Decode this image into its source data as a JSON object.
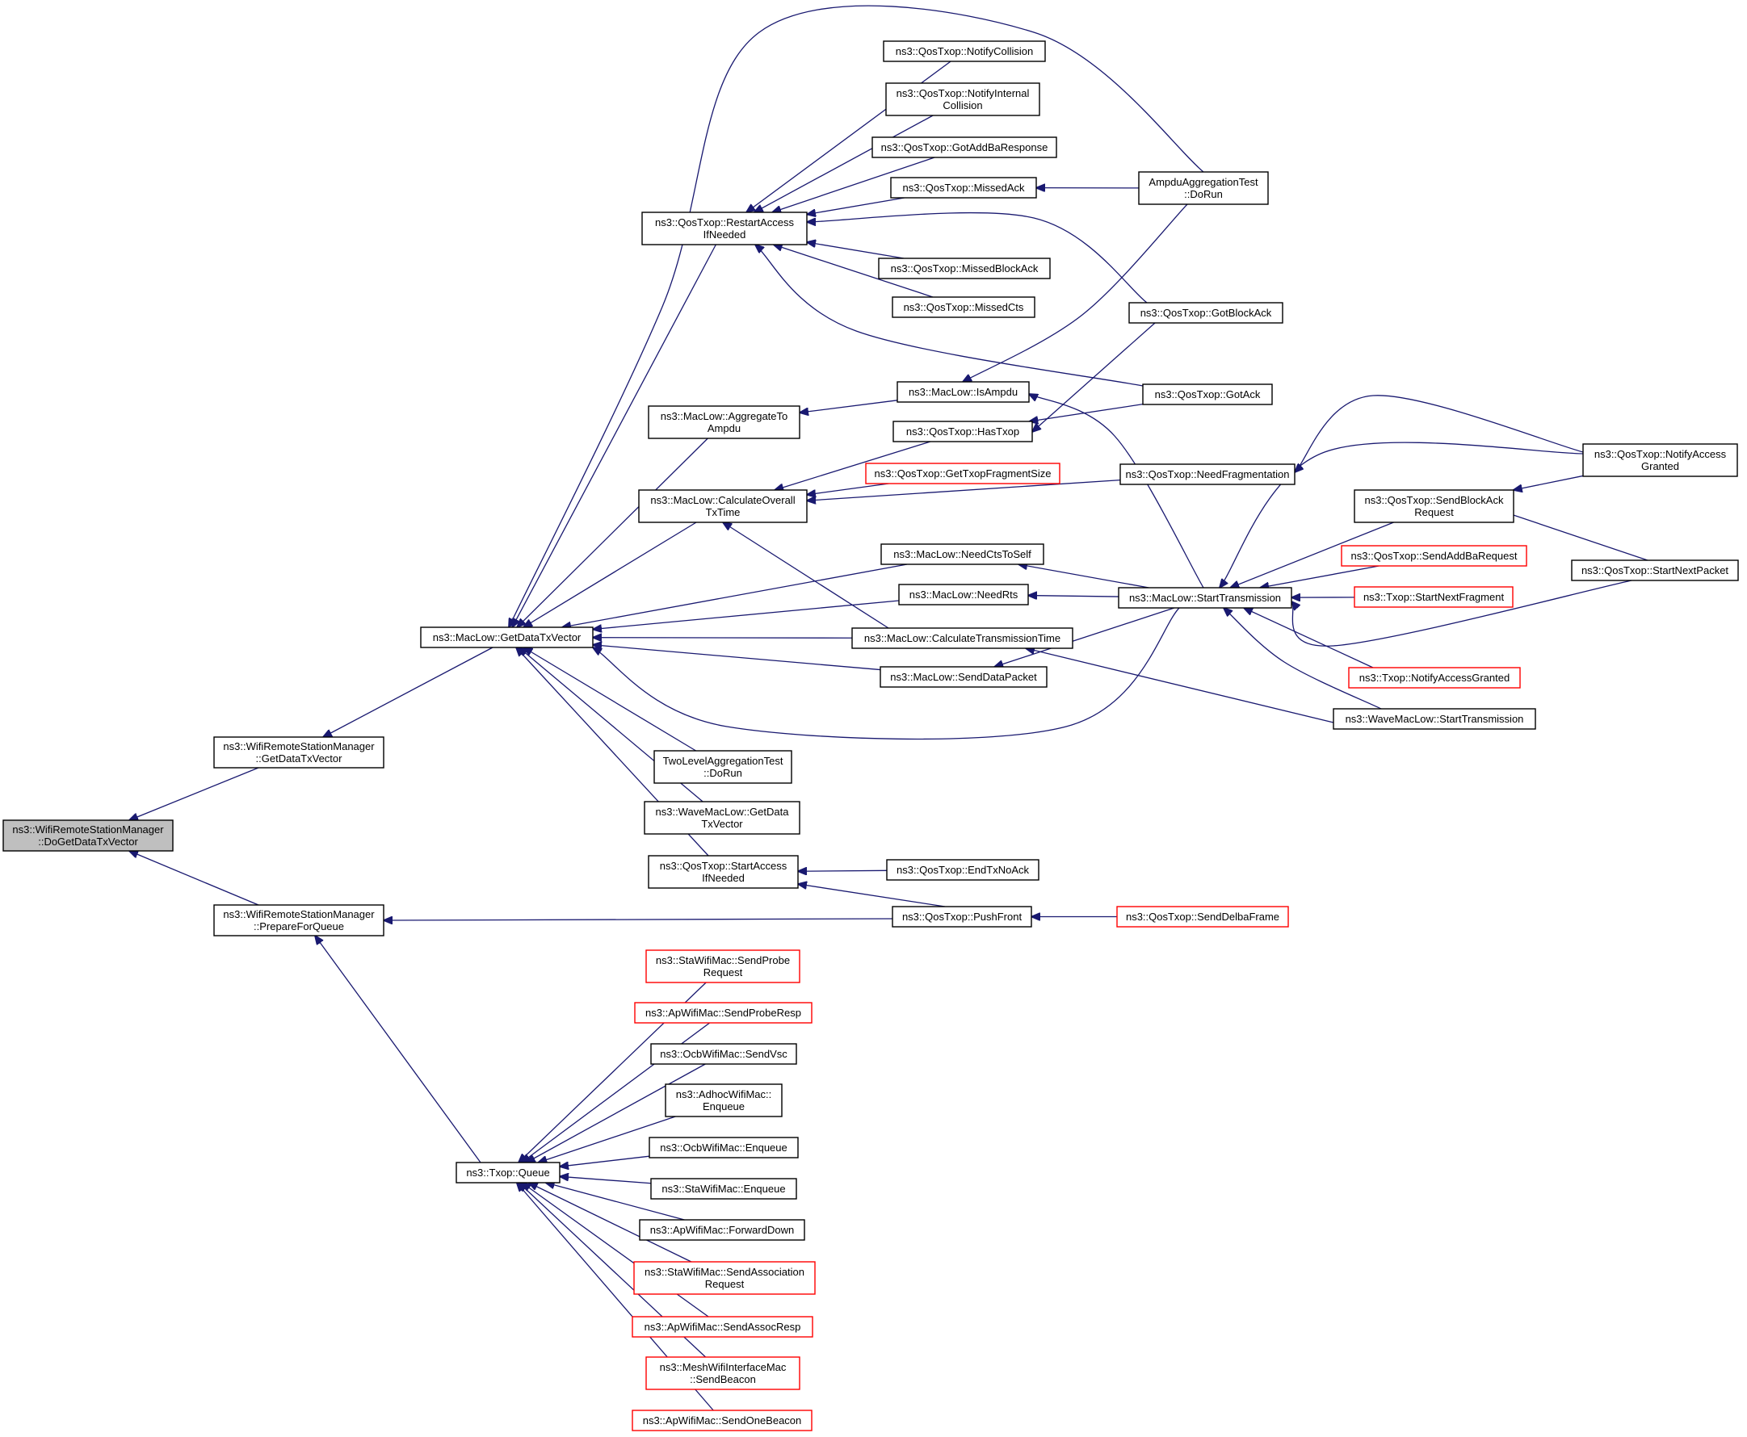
{
  "colors": {
    "edge": "#191970",
    "node_border": "#000000",
    "node_border_truncated": "#ff0000",
    "node_fill": "#ffffff",
    "root_fill": "#bfbfbf",
    "text": "#000000"
  },
  "graph": {
    "root": "n_root",
    "nodes": [
      {
        "id": "n_root",
        "lines": [
          "ns3::WifiRemoteStationManager",
          "::DoGetDataTxVector"
        ],
        "root": true,
        "truncated": false
      },
      {
        "id": "n_wrsm_gdtv",
        "lines": [
          "ns3::WifiRemoteStationManager",
          "::GetDataTxVector"
        ],
        "truncated": false
      },
      {
        "id": "n_wrsm_pfq",
        "lines": [
          "ns3::WifiRemoteStationManager",
          "::PrepareForQueue"
        ],
        "truncated": false
      },
      {
        "id": "n_ml_gdtv",
        "lines": [
          "ns3::MacLow::GetDataTxVector"
        ],
        "truncated": false
      },
      {
        "id": "n_txop_queue",
        "lines": [
          "ns3::Txop::Queue"
        ],
        "truncated": false
      },
      {
        "id": "n_qt_pushfront",
        "lines": [
          "ns3::QosTxop::PushFront"
        ],
        "truncated": false
      },
      {
        "id": "n_qt_senddelba",
        "lines": [
          "ns3::QosTxop::SendDelbaFrame"
        ],
        "truncated": true
      },
      {
        "id": "n_qt_restart",
        "lines": [
          "ns3::QosTxop::RestartAccess",
          "IfNeeded"
        ],
        "truncated": false
      },
      {
        "id": "n_ml_aggto",
        "lines": [
          "ns3::MacLow::AggregateTo",
          "Ampdu"
        ],
        "truncated": false
      },
      {
        "id": "n_ml_calcoverall",
        "lines": [
          "ns3::MacLow::CalculateOverall",
          "TxTime"
        ],
        "truncated": false
      },
      {
        "id": "n_twolevel",
        "lines": [
          "TwoLevelAggregationTest",
          "::DoRun"
        ],
        "truncated": false
      },
      {
        "id": "n_wml_gdtv",
        "lines": [
          "ns3::WaveMacLow::GetData",
          "TxVector"
        ],
        "truncated": false
      },
      {
        "id": "n_qt_startaccess",
        "lines": [
          "ns3::QosTxop::StartAccess",
          "IfNeeded"
        ],
        "truncated": false
      },
      {
        "id": "n_qt_notifycoll",
        "lines": [
          "ns3::QosTxop::NotifyCollision"
        ],
        "truncated": false
      },
      {
        "id": "n_qt_notifyint",
        "lines": [
          "ns3::QosTxop::NotifyInternal",
          "Collision"
        ],
        "truncated": false
      },
      {
        "id": "n_qt_gotaddba",
        "lines": [
          "ns3::QosTxop::GotAddBaResponse"
        ],
        "truncated": false
      },
      {
        "id": "n_qt_missedack",
        "lines": [
          "ns3::QosTxop::MissedAck"
        ],
        "truncated": false
      },
      {
        "id": "n_qt_missedblockack",
        "lines": [
          "ns3::QosTxop::MissedBlockAck"
        ],
        "truncated": false
      },
      {
        "id": "n_qt_missedcts",
        "lines": [
          "ns3::QosTxop::MissedCts"
        ],
        "truncated": false
      },
      {
        "id": "n_ml_isampdu",
        "lines": [
          "ns3::MacLow::IsAmpdu"
        ],
        "truncated": false
      },
      {
        "id": "n_qt_hastxop",
        "lines": [
          "ns3::QosTxop::HasTxop"
        ],
        "truncated": false
      },
      {
        "id": "n_qt_gettxopfrag",
        "lines": [
          "ns3::QosTxop::GetTxopFragmentSize"
        ],
        "truncated": true
      },
      {
        "id": "n_ml_needcts",
        "lines": [
          "ns3::MacLow::NeedCtsToSelf"
        ],
        "truncated": false
      },
      {
        "id": "n_ml_needrts",
        "lines": [
          "ns3::MacLow::NeedRts"
        ],
        "truncated": false
      },
      {
        "id": "n_ml_calctrans",
        "lines": [
          "ns3::MacLow::CalculateTransmissionTime"
        ],
        "truncated": false
      },
      {
        "id": "n_ml_senddata",
        "lines": [
          "ns3::MacLow::SendDataPacket"
        ],
        "truncated": false
      },
      {
        "id": "n_qt_endtx",
        "lines": [
          "ns3::QosTxop::EndTxNoAck"
        ],
        "truncated": false
      },
      {
        "id": "n_ampdu_test",
        "lines": [
          "AmpduAggregationTest",
          "::DoRun"
        ],
        "truncated": false
      },
      {
        "id": "n_qt_gotblockack",
        "lines": [
          "ns3::QosTxop::GotBlockAck"
        ],
        "truncated": false
      },
      {
        "id": "n_qt_gotack",
        "lines": [
          "ns3::QosTxop::GotAck"
        ],
        "truncated": false
      },
      {
        "id": "n_qt_needfrag",
        "lines": [
          "ns3::QosTxop::NeedFragmentation"
        ],
        "truncated": false
      },
      {
        "id": "n_ml_starttrans",
        "lines": [
          "ns3::MacLow::StartTransmission"
        ],
        "truncated": false
      },
      {
        "id": "n_qt_sendblockack",
        "lines": [
          "ns3::QosTxop::SendBlockAck",
          "Request"
        ],
        "truncated": false
      },
      {
        "id": "n_qt_sendaddba",
        "lines": [
          "ns3::QosTxop::SendAddBaRequest"
        ],
        "truncated": true
      },
      {
        "id": "n_txop_startnextfrag",
        "lines": [
          "ns3::Txop::StartNextFragment"
        ],
        "truncated": true
      },
      {
        "id": "n_txop_notifyaccess",
        "lines": [
          "ns3::Txop::NotifyAccessGranted"
        ],
        "truncated": true
      },
      {
        "id": "n_wml_starttrans",
        "lines": [
          "ns3::WaveMacLow::StartTransmission"
        ],
        "truncated": false
      },
      {
        "id": "n_qt_notifyaccess",
        "lines": [
          "ns3::QosTxop::NotifyAccess",
          "Granted"
        ],
        "truncated": false
      },
      {
        "id": "n_qt_startnextpacket",
        "lines": [
          "ns3::QosTxop::StartNextPacket"
        ],
        "truncated": false
      },
      {
        "id": "n_sta_probereq",
        "lines": [
          "ns3::StaWifiMac::SendProbe",
          "Request"
        ],
        "truncated": true
      },
      {
        "id": "n_ap_proberesp",
        "lines": [
          "ns3::ApWifiMac::SendProbeResp"
        ],
        "truncated": true
      },
      {
        "id": "n_ocb_sendvsc",
        "lines": [
          "ns3::OcbWifiMac::SendVsc"
        ],
        "truncated": false
      },
      {
        "id": "n_adhoc_enqueue",
        "lines": [
          "ns3::AdhocWifiMac::",
          "Enqueue"
        ],
        "truncated": false
      },
      {
        "id": "n_ocb_enqueue",
        "lines": [
          "ns3::OcbWifiMac::Enqueue"
        ],
        "truncated": false
      },
      {
        "id": "n_sta_enqueue",
        "lines": [
          "ns3::StaWifiMac::Enqueue"
        ],
        "truncated": false
      },
      {
        "id": "n_ap_forwarddown",
        "lines": [
          "ns3::ApWifiMac::ForwardDown"
        ],
        "truncated": false
      },
      {
        "id": "n_sta_assocreq",
        "lines": [
          "ns3::StaWifiMac::SendAssociation",
          "Request"
        ],
        "truncated": true
      },
      {
        "id": "n_ap_assocresp",
        "lines": [
          "ns3::ApWifiMac::SendAssocResp"
        ],
        "truncated": true
      },
      {
        "id": "n_mesh_beacon",
        "lines": [
          "ns3::MeshWifiInterfaceMac",
          "::SendBeacon"
        ],
        "truncated": true
      },
      {
        "id": "n_ap_onebeacon",
        "lines": [
          "ns3::ApWifiMac::SendOneBeacon"
        ],
        "truncated": true
      }
    ],
    "edges": [
      {
        "from": "n_wrsm_gdtv",
        "to": "n_root"
      },
      {
        "from": "n_wrsm_pfq",
        "to": "n_root"
      },
      {
        "from": "n_ml_gdtv",
        "to": "n_wrsm_gdtv"
      },
      {
        "from": "n_txop_queue",
        "to": "n_wrsm_pfq"
      },
      {
        "from": "n_qt_pushfront",
        "to": "n_wrsm_pfq"
      },
      {
        "from": "n_qt_restart",
        "to": "n_ml_gdtv"
      },
      {
        "from": "n_ml_aggto",
        "to": "n_ml_gdtv"
      },
      {
        "from": "n_ml_calcoverall",
        "to": "n_ml_gdtv"
      },
      {
        "from": "n_ml_needcts",
        "to": "n_ml_gdtv"
      },
      {
        "from": "n_ml_needrts",
        "to": "n_ml_gdtv"
      },
      {
        "from": "n_ml_calctrans",
        "to": "n_ml_gdtv"
      },
      {
        "from": "n_ml_senddata",
        "to": "n_ml_gdtv"
      },
      {
        "from": "n_twolevel",
        "to": "n_ml_gdtv"
      },
      {
        "from": "n_wml_gdtv",
        "to": "n_ml_gdtv"
      },
      {
        "from": "n_qt_startaccess",
        "to": "n_ml_gdtv"
      },
      {
        "from": "n_ampdu_test",
        "to": "n_ml_gdtv"
      },
      {
        "from": "n_ml_starttrans",
        "to": "n_ml_gdtv"
      },
      {
        "from": "n_qt_notifycoll",
        "to": "n_qt_restart"
      },
      {
        "from": "n_qt_notifyint",
        "to": "n_qt_restart"
      },
      {
        "from": "n_qt_gotaddba",
        "to": "n_qt_restart"
      },
      {
        "from": "n_qt_missedack",
        "to": "n_qt_restart"
      },
      {
        "from": "n_qt_missedblockack",
        "to": "n_qt_restart"
      },
      {
        "from": "n_qt_missedcts",
        "to": "n_qt_restart"
      },
      {
        "from": "n_qt_gotblockack",
        "to": "n_qt_restart"
      },
      {
        "from": "n_qt_gotack",
        "to": "n_qt_restart"
      },
      {
        "from": "n_ampdu_test",
        "to": "n_qt_missedack"
      },
      {
        "from": "n_ml_isampdu",
        "to": "n_ml_aggto"
      },
      {
        "from": "n_ampdu_test",
        "to": "n_ml_isampdu"
      },
      {
        "from": "n_ml_starttrans",
        "to": "n_ml_isampdu"
      },
      {
        "from": "n_qt_hastxop",
        "to": "n_ml_calcoverall"
      },
      {
        "from": "n_qt_gettxopfrag",
        "to": "n_ml_calcoverall"
      },
      {
        "from": "n_qt_needfrag",
        "to": "n_ml_calcoverall"
      },
      {
        "from": "n_ml_calctrans",
        "to": "n_ml_calcoverall"
      },
      {
        "from": "n_qt_gotblockack",
        "to": "n_qt_hastxop"
      },
      {
        "from": "n_qt_gotack",
        "to": "n_qt_hastxop"
      },
      {
        "from": "n_qt_notifyaccess",
        "to": "n_qt_needfrag"
      },
      {
        "from": "n_ml_starttrans",
        "to": "n_ml_needcts"
      },
      {
        "from": "n_ml_starttrans",
        "to": "n_ml_needrts"
      },
      {
        "from": "n_ml_starttrans",
        "to": "n_ml_senddata"
      },
      {
        "from": "n_wml_starttrans",
        "to": "n_ml_calctrans"
      },
      {
        "from": "n_qt_endtx",
        "to": "n_qt_startaccess"
      },
      {
        "from": "n_qt_pushfront",
        "to": "n_qt_startaccess"
      },
      {
        "from": "n_qt_senddelba",
        "to": "n_qt_pushfront"
      },
      {
        "from": "n_qt_sendblockack",
        "to": "n_ml_starttrans"
      },
      {
        "from": "n_qt_sendaddba",
        "to": "n_ml_starttrans"
      },
      {
        "from": "n_txop_startnextfrag",
        "to": "n_ml_starttrans"
      },
      {
        "from": "n_txop_notifyaccess",
        "to": "n_ml_starttrans"
      },
      {
        "from": "n_wml_starttrans",
        "to": "n_ml_starttrans"
      },
      {
        "from": "n_qt_notifyaccess",
        "to": "n_ml_starttrans"
      },
      {
        "from": "n_qt_startnextpacket",
        "to": "n_ml_starttrans"
      },
      {
        "from": "n_qt_notifyaccess",
        "to": "n_qt_sendblockack"
      },
      {
        "from": "n_qt_startnextpacket",
        "to": "n_qt_sendblockack"
      },
      {
        "from": "n_sta_probereq",
        "to": "n_txop_queue"
      },
      {
        "from": "n_ap_proberesp",
        "to": "n_txop_queue"
      },
      {
        "from": "n_ocb_sendvsc",
        "to": "n_txop_queue"
      },
      {
        "from": "n_adhoc_enqueue",
        "to": "n_txop_queue"
      },
      {
        "from": "n_ocb_enqueue",
        "to": "n_txop_queue"
      },
      {
        "from": "n_sta_enqueue",
        "to": "n_txop_queue"
      },
      {
        "from": "n_ap_forwarddown",
        "to": "n_txop_queue"
      },
      {
        "from": "n_sta_assocreq",
        "to": "n_txop_queue"
      },
      {
        "from": "n_ap_assocresp",
        "to": "n_txop_queue"
      },
      {
        "from": "n_mesh_beacon",
        "to": "n_txop_queue"
      },
      {
        "from": "n_ap_onebeacon",
        "to": "n_txop_queue"
      }
    ]
  }
}
